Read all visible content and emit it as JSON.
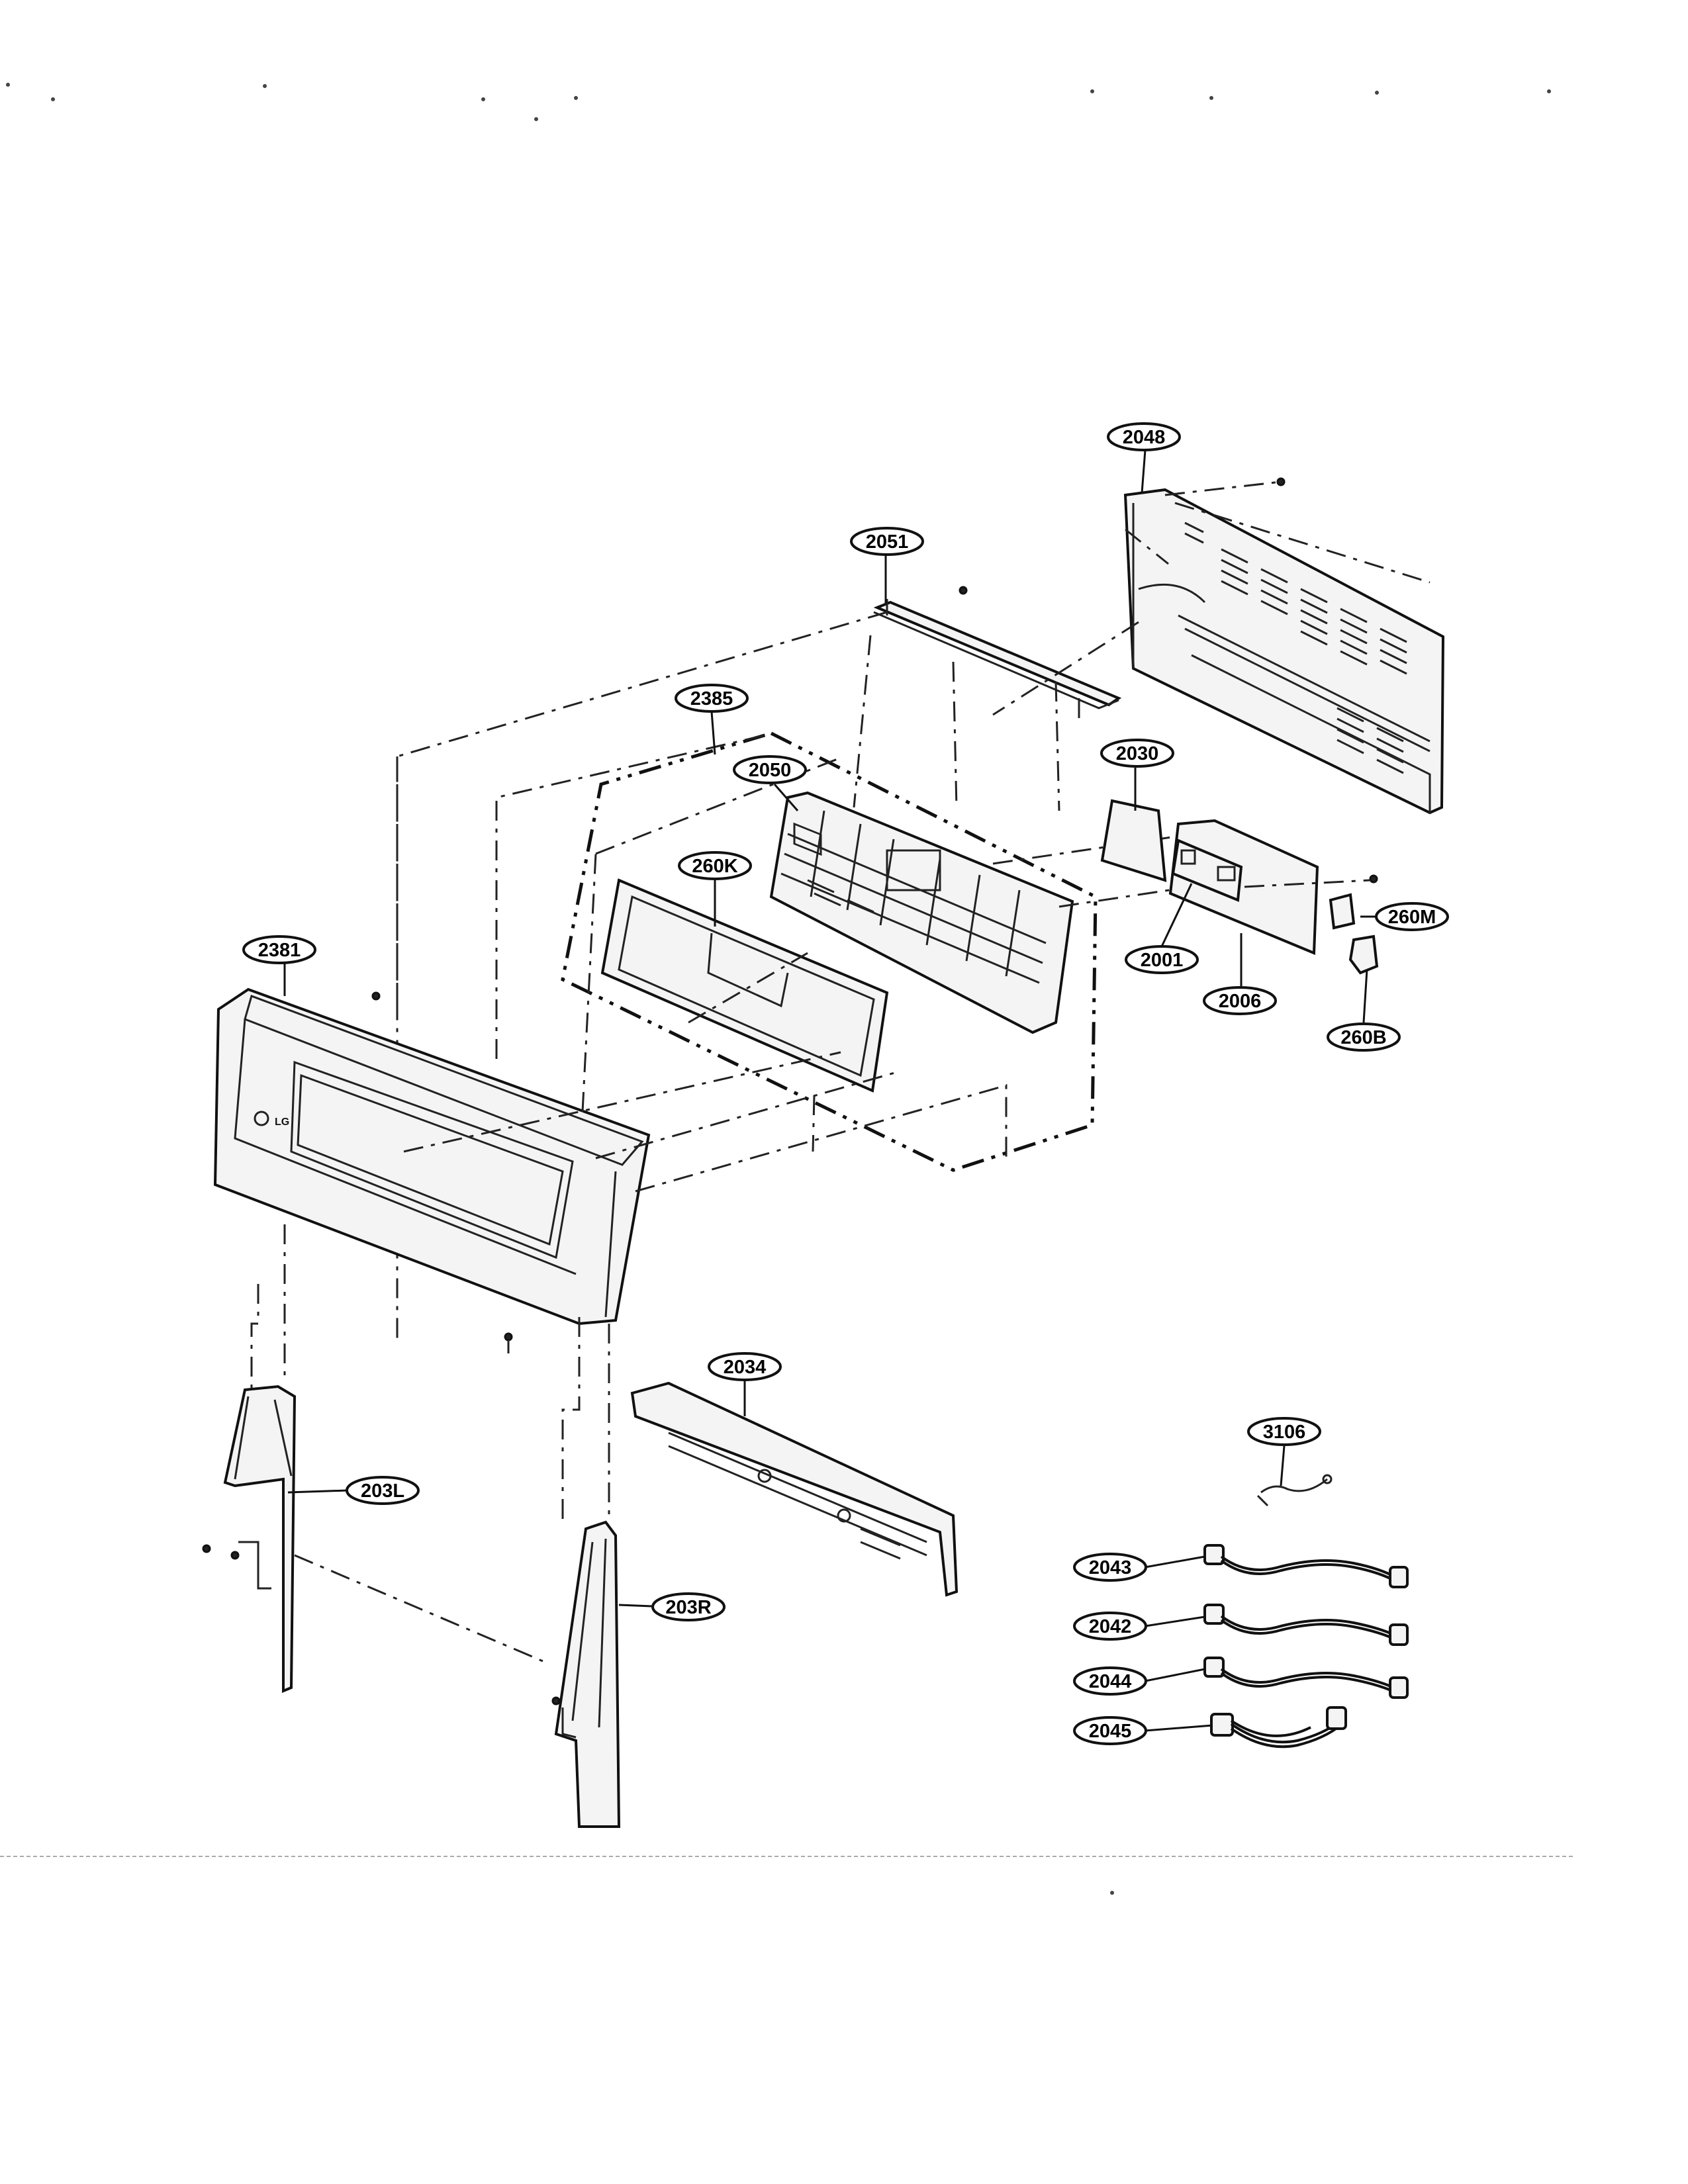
{
  "callouts": {
    "c2048": "2048",
    "c2051": "2051",
    "c2385": "2385",
    "c2050": "2050",
    "c2030": "2030",
    "c260K": "260K",
    "c2381": "2381",
    "c2001": "2001",
    "c260M": "260M",
    "c2006": "2006",
    "c260B": "260B",
    "c2034": "2034",
    "c3106": "3106",
    "c203L": "203L",
    "c203R": "203R",
    "c2043": "2043",
    "c2042": "2042",
    "c2044": "2044",
    "c2045": "2045"
  },
  "panel_logo": "LG"
}
